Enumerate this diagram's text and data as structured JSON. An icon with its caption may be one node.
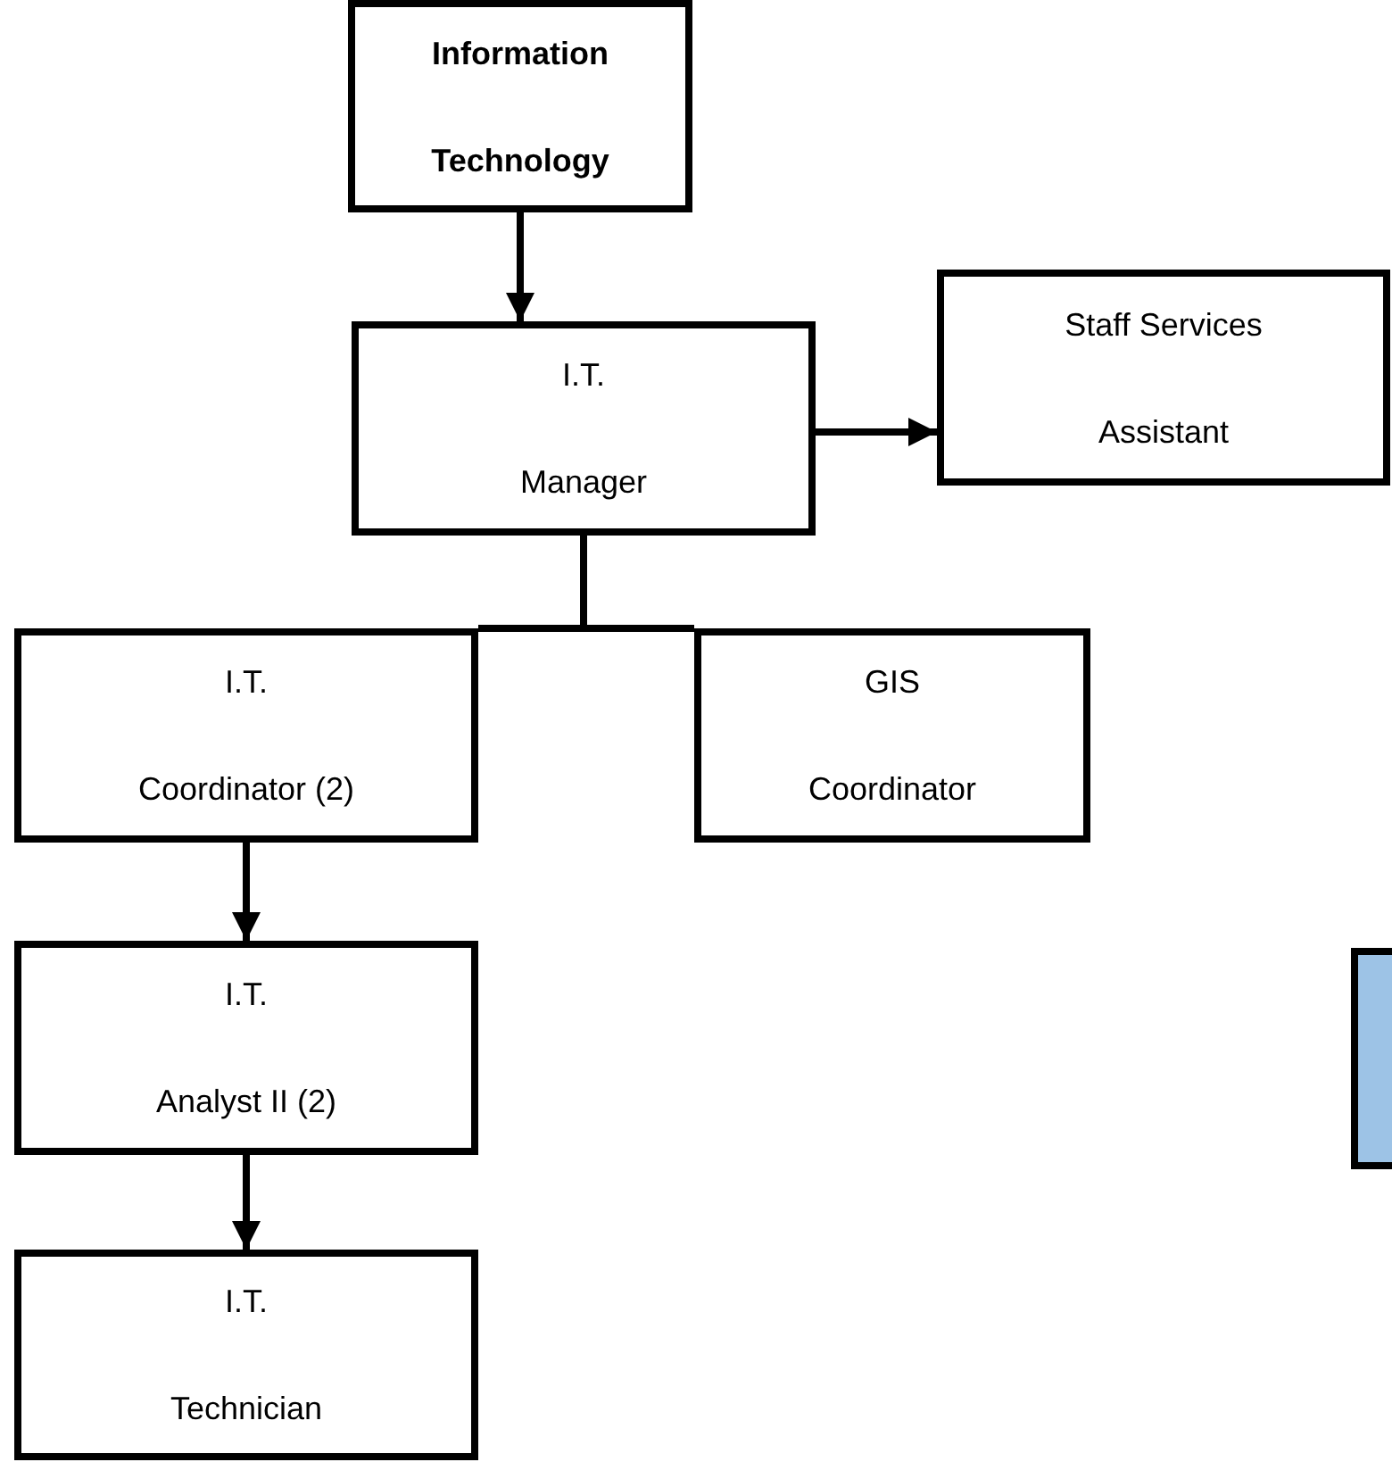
{
  "diagram": {
    "nodes": [
      {
        "text": [
          "Information Technology"
        ]
      },
      {
        "text": [
          "I.T. Manager"
        ]
      },
      {
        "text": [
          "Staff Services Assistant"
        ]
      },
      {
        "text": [
          "I.T. Coordinator (2)"
        ]
      },
      {
        "text": [
          "GIS Coordinator"
        ]
      },
      {
        "text": [
          "I.T. Analyst II (2)"
        ]
      },
      {
        "text": [
          "I.T. Technician"
        ]
      },
      {
        "text": [],
        "shape": "box"
      }
    ],
    "edges": [
      {
        "from": 0,
        "to": 1,
        "arrow": "to"
      },
      {
        "from": 1,
        "to": 2,
        "arrow": "to"
      },
      {
        "from": 1,
        "to": 3,
        "arrow": "none"
      },
      {
        "from": 1,
        "to": 4,
        "arrow": "none"
      },
      {
        "from": 3,
        "to": 5,
        "arrow": "to"
      },
      {
        "from": 5,
        "to": 6,
        "arrow": "to"
      }
    ]
  }
}
